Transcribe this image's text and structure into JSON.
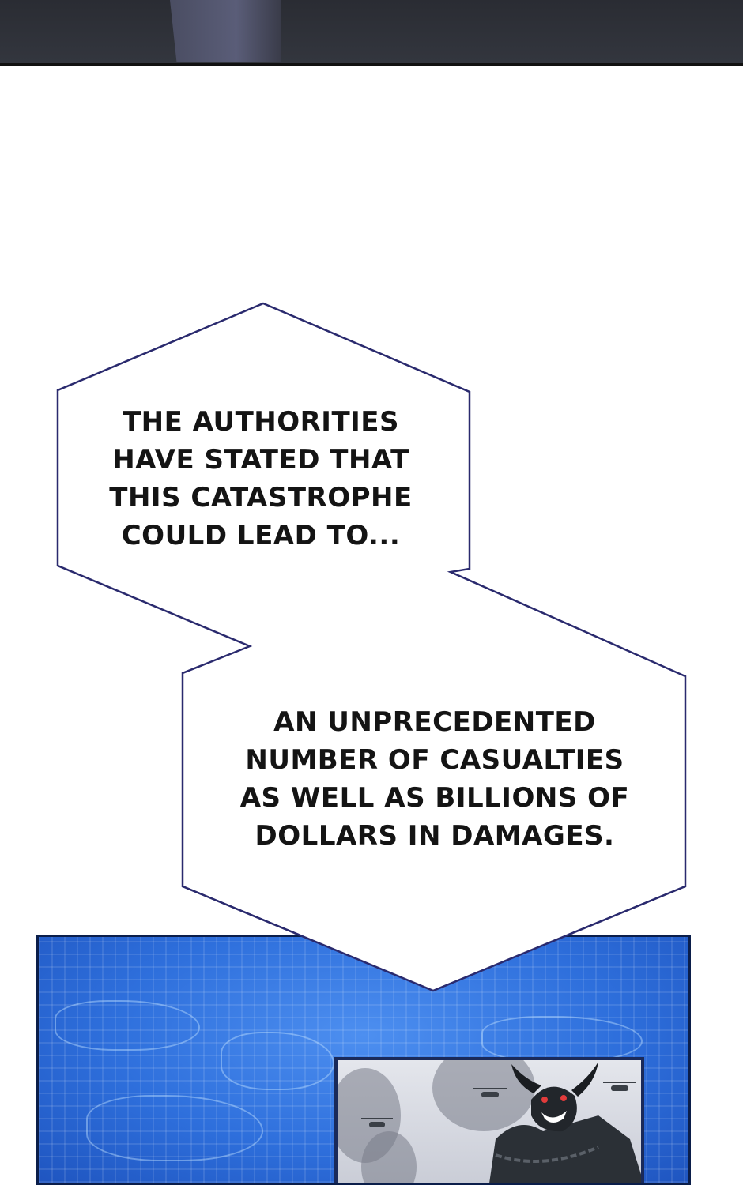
{
  "bubble_1": {
    "lines": [
      "THE AUTHORITIES",
      "HAVE STATED THAT",
      "THIS CATASTROPHE",
      "COULD LEAD TO..."
    ]
  },
  "bubble_2": {
    "lines": [
      "AN UNPRECEDENTED",
      "NUMBER OF CASUALTIES",
      "AS WELL AS BILLIONS OF",
      "DOLLARS IN DAMAGES."
    ]
  },
  "colors": {
    "bubble_outline": "#2a2a6e",
    "bubble_fill": "#ffffff",
    "map_blue": "#2e6fdc",
    "top_panel": "#2f3139"
  }
}
